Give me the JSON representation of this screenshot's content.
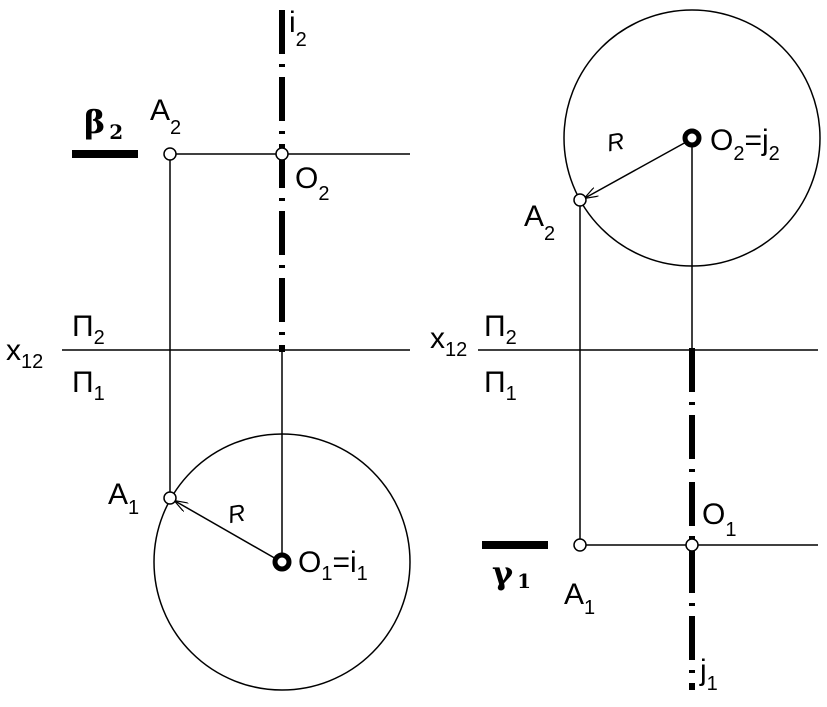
{
  "left_view": {
    "axis_top_label": "i",
    "axis_top_sub": "2",
    "plane_label": "β",
    "plane_sub": "2",
    "point_a2": "A",
    "point_a2_sub": "2",
    "point_o2": "O",
    "point_o2_sub": "2",
    "x_axis": "x",
    "x_axis_sub": "12",
    "pi_upper": "Π",
    "pi_upper_sub": "2",
    "pi_lower": "Π",
    "pi_lower_sub": "1",
    "point_a1": "A",
    "point_a1_sub": "1",
    "radius": "R",
    "center_label": "O",
    "center_sub": "1",
    "center_eq": "=i",
    "center_eq_sub": "1"
  },
  "right_view": {
    "radius": "R",
    "center_label": "O",
    "center_sub": "2",
    "center_eq": "=j",
    "center_eq_sub": "2",
    "point_a2": "A",
    "point_a2_sub": "2",
    "x_axis": "x",
    "x_axis_sub": "12",
    "pi_upper": "Π",
    "pi_upper_sub": "2",
    "pi_lower": "Π",
    "pi_lower_sub": "1",
    "point_o1": "O",
    "point_o1_sub": "1",
    "plane_label": "γ",
    "plane_sub": "1",
    "point_a1": "A",
    "point_a1_sub": "1",
    "axis_bottom_label": "j",
    "axis_bottom_sub": "1"
  },
  "colors": {
    "ink": "#000000",
    "paper": "#ffffff"
  }
}
